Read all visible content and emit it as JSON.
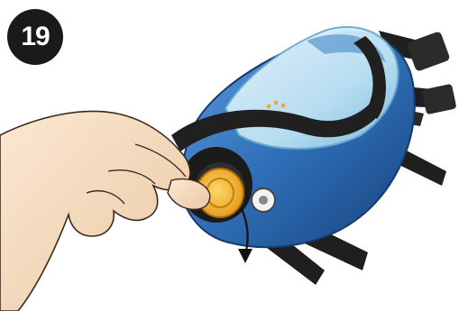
{
  "step": {
    "number": "19"
  },
  "illustration": {
    "subject": "full-face-respirator-mask",
    "action": "hand-removing-exhalation-valve-cover",
    "colors": {
      "mask_body": "#2f6fb8",
      "mask_body_dark": "#1d4f90",
      "visor": "#bfe3f4",
      "strap": "#1f1f1f",
      "valve_disc": "#f5b335",
      "skin": "#f5dcbf",
      "badge": "#1a1a1a"
    },
    "icons": [
      "arrow-down-icon"
    ]
  }
}
